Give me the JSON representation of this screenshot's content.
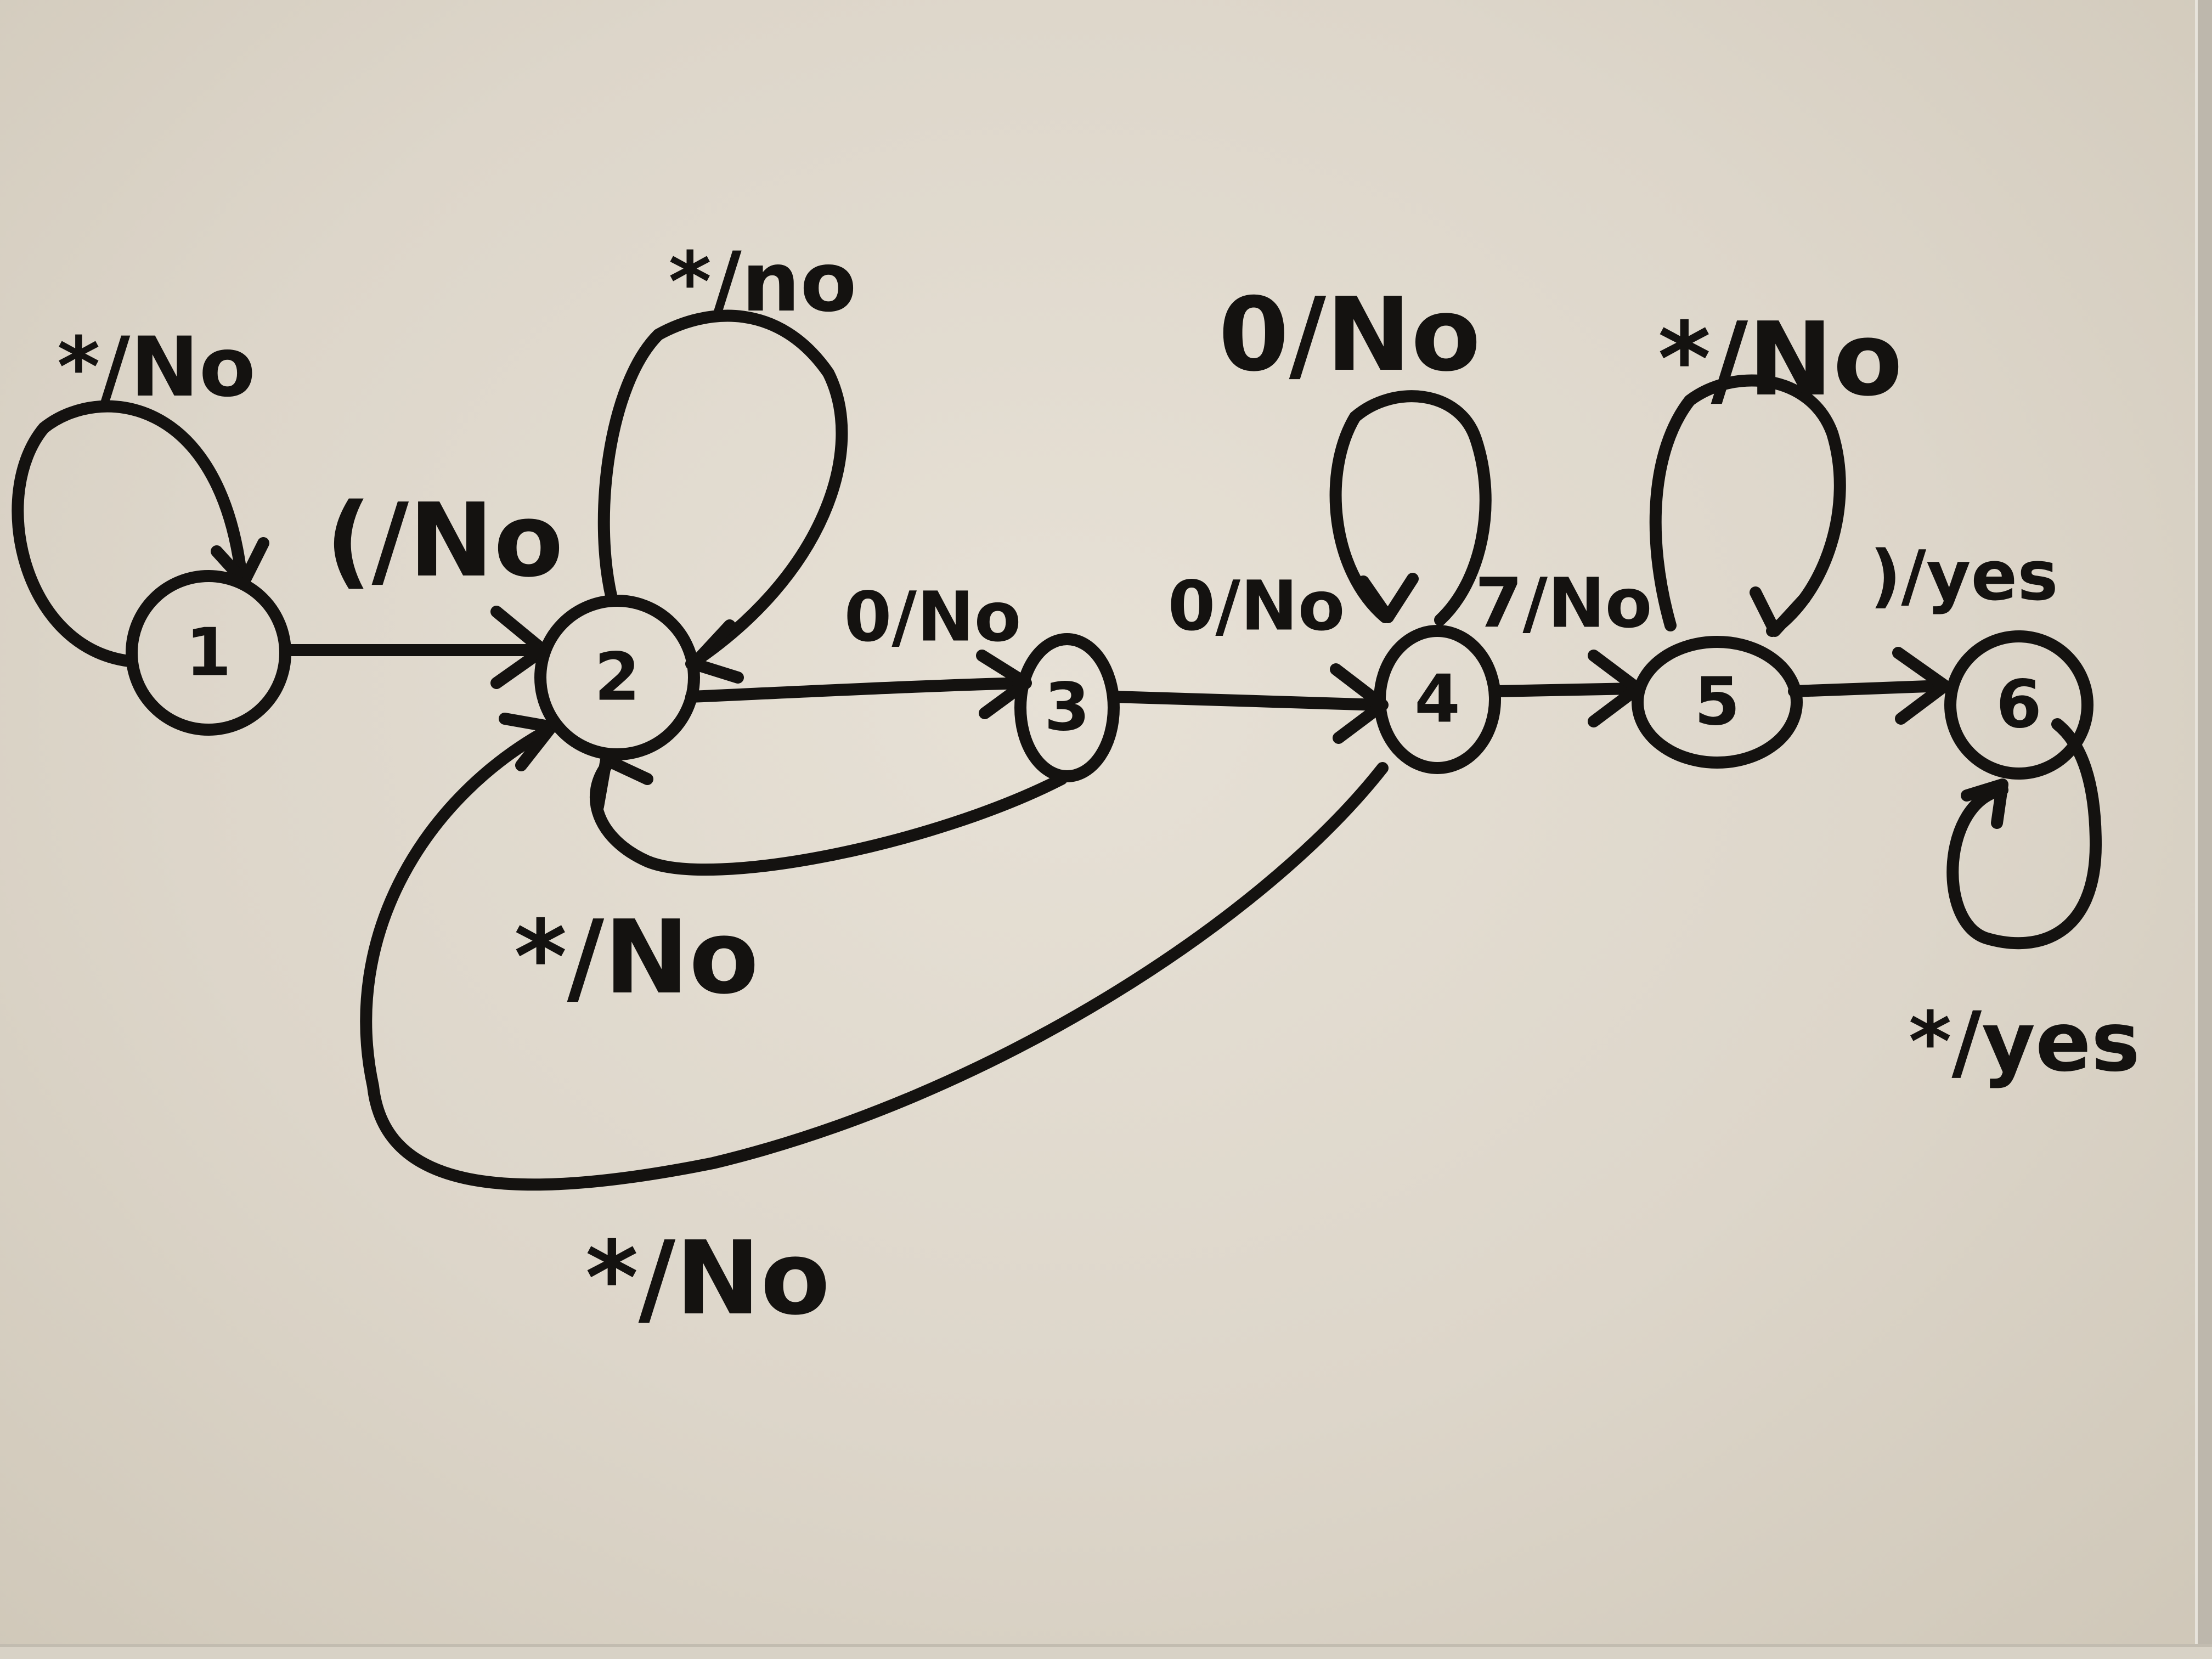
{
  "diagram": {
    "type": "state-machine",
    "states": [
      {
        "id": "1",
        "label": "1"
      },
      {
        "id": "2",
        "label": "2"
      },
      {
        "id": "3",
        "label": "3"
      },
      {
        "id": "4",
        "label": "4"
      },
      {
        "id": "5",
        "label": "5"
      },
      {
        "id": "6",
        "label": "6"
      }
    ],
    "transitions": [
      {
        "from": "1",
        "to": "1",
        "label": "*/No"
      },
      {
        "from": "1",
        "to": "2",
        "label": "(/No"
      },
      {
        "from": "2",
        "to": "2",
        "label": "*/no"
      },
      {
        "from": "2",
        "to": "3",
        "label": "0/No"
      },
      {
        "from": "3",
        "to": "4",
        "label": "0/No"
      },
      {
        "from": "3",
        "to": "2",
        "label": "*/No"
      },
      {
        "from": "4",
        "to": "4",
        "label": "0/No"
      },
      {
        "from": "4",
        "to": "5",
        "label": "7/No"
      },
      {
        "from": "4",
        "to": "2",
        "label": "*/No"
      },
      {
        "from": "5",
        "to": "5",
        "label": "*/No"
      },
      {
        "from": "5",
        "to": "6",
        "label": ")/yes"
      },
      {
        "from": "6",
        "to": "6",
        "label": "*/yes"
      }
    ]
  }
}
